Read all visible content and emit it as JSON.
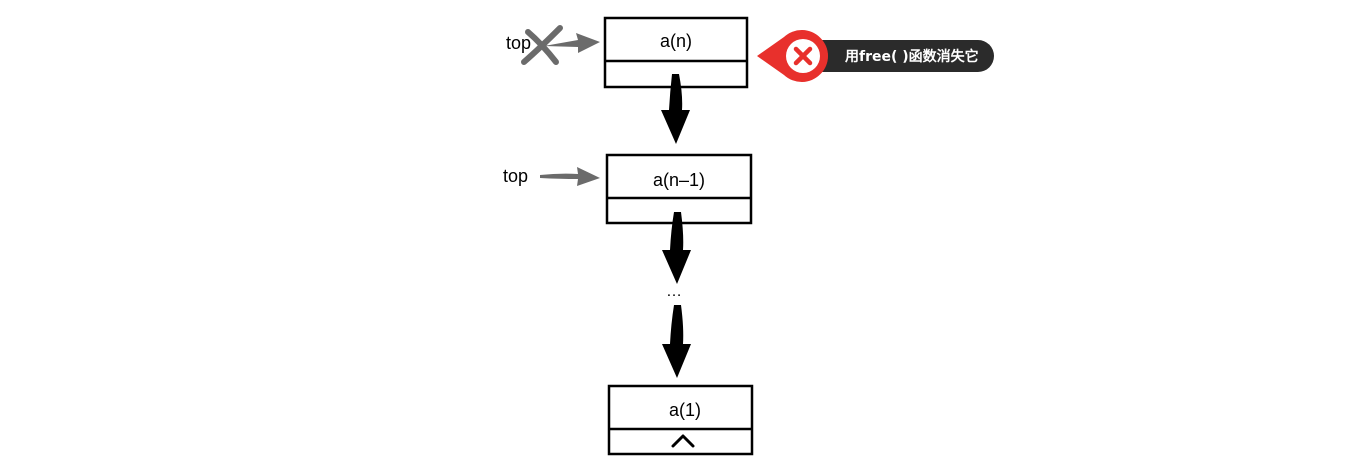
{
  "nodes": {
    "top_node": {
      "label": "a(n)"
    },
    "second_node": {
      "label": "a(n–1)"
    },
    "bottom_node": {
      "label": "a(1)"
    }
  },
  "ellipsis": "…",
  "pointers": {
    "old_top": {
      "label": "top"
    },
    "new_top": {
      "label": "top"
    }
  },
  "callout": {
    "text": "用free( )函数消失它",
    "icon": "close-icon",
    "badge_color": "#e8302c",
    "bubble_color": "#2b2b2b"
  },
  "colors": {
    "pointer_arrow": "#6b6b6b",
    "link_arrow": "#000000"
  }
}
